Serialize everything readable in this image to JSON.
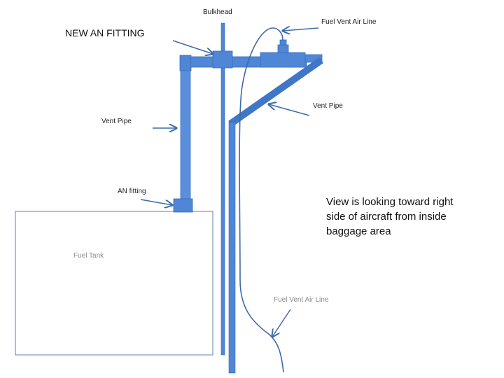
{
  "labels": {
    "bulkhead": "Bulkhead",
    "new_an_fitting": "NEW AN FITTING",
    "fuel_vent_air_line_top": "Fuel Vent Air Line",
    "vent_pipe_left": "Vent Pipe",
    "vent_pipe_right": "Vent Pipe",
    "an_fitting": "AN fitting",
    "fuel_tank": "Fuel Tank",
    "fuel_vent_air_line_bottom": "Fuel Vent Air Line"
  },
  "note": [
    "View is looking toward right",
    "side of aircraft from inside",
    "baggage area"
  ],
  "colors": {
    "pipe": "#4f86d6",
    "pipe_dark": "#3a6fba",
    "line": "#3f6aa8",
    "tank_border": "#5b7fb8"
  }
}
